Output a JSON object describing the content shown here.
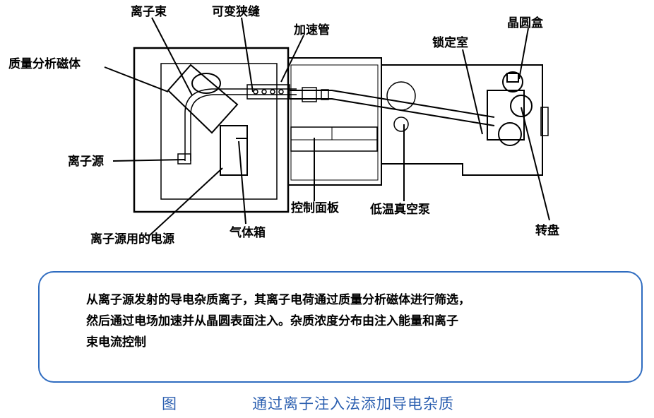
{
  "labels": {
    "ion_beam": "离子束",
    "variable_slit": "可变狭缝",
    "accel_tube": "加速管",
    "wafer_box": "晶圆盒",
    "mass_magnet": "质量分析磁体",
    "lock_chamber": "锁定室",
    "ion_source": "离子源",
    "control_panel": "控制面板",
    "cryo_pump": "低温真空泵",
    "turntable": "转盘",
    "ion_source_power": "离子源用的电源",
    "gas_box": "气体箱"
  },
  "description": {
    "line1": "从离子源发射的导电杂质离子，其离子电荷通过质量分析磁体进行筛选，",
    "line2": "然后通过电场加速并从晶圆表面注入。杂质浓度分布由注入能量和离子",
    "line3": "束电流控制"
  },
  "caption": {
    "label": "图",
    "title": "通过离子注入法添加导电杂质"
  }
}
